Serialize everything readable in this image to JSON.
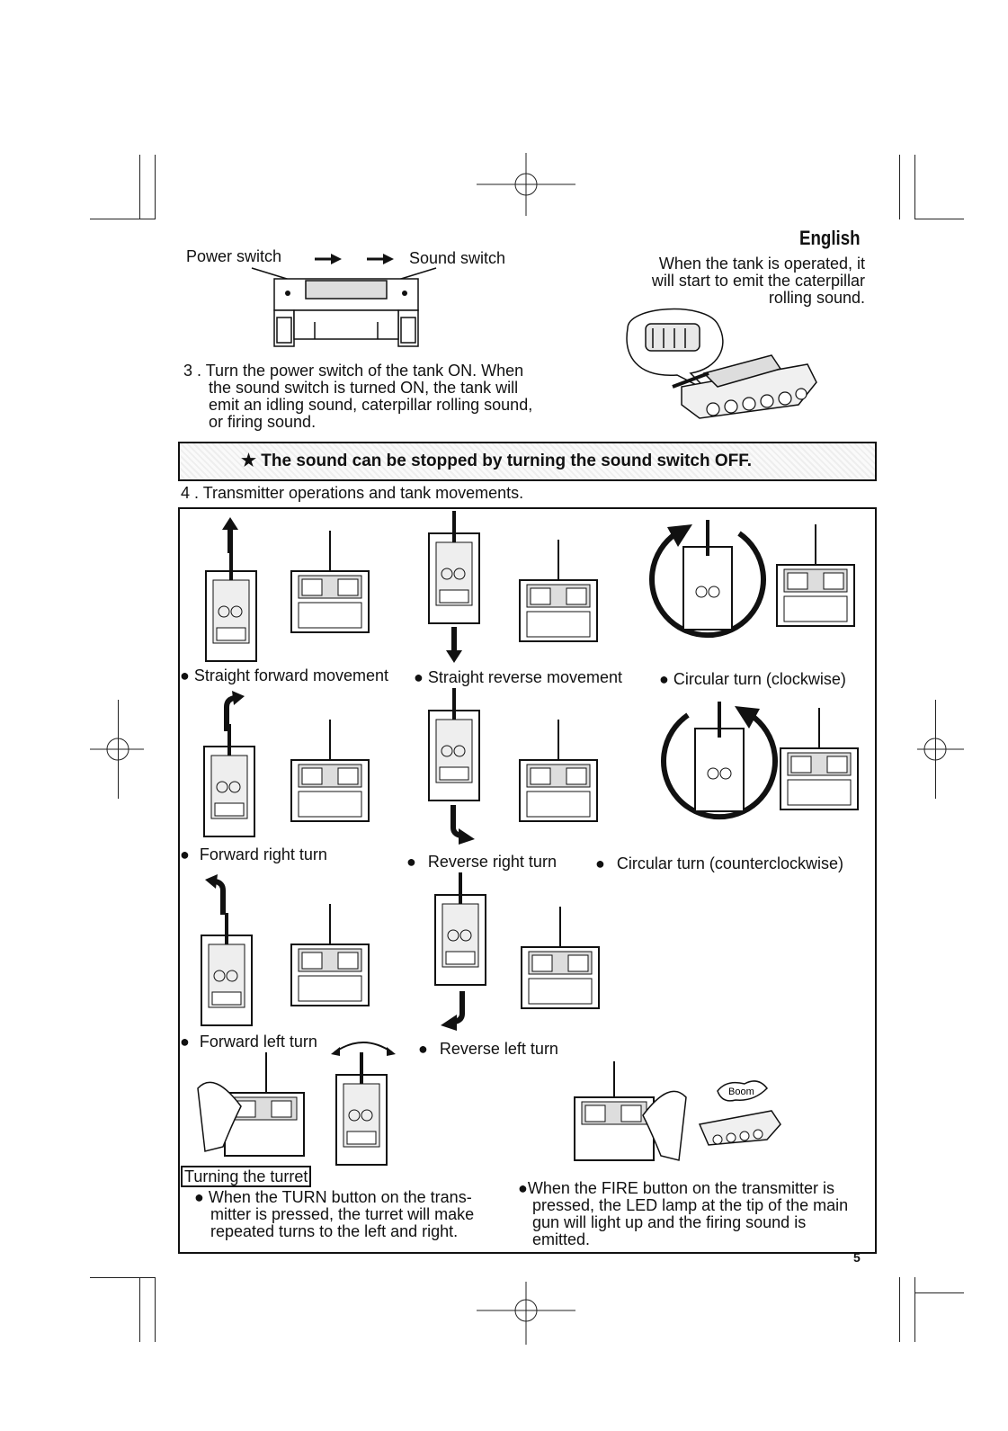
{
  "header": {
    "language": "English"
  },
  "step3": {
    "power_label": "Power switch",
    "sound_label": "Sound switch",
    "text": [
      "3 . Turn the power switch of the tank ON.  When",
      "the sound switch is turned ON, the tank will",
      "emit an idling sound, caterpillar rolling sound,",
      "or firing sound."
    ],
    "side_note": [
      "When the tank is operated, it",
      "will start to emit the caterpillar",
      "rolling sound."
    ]
  },
  "notice": {
    "text": "★ The sound can be stopped by turning the sound switch OFF."
  },
  "step4": {
    "title": "4 . Transmitter operations and tank movements."
  },
  "movements": [
    {
      "bullet": "●",
      "label": "Straight forward movement"
    },
    {
      "bullet": "●",
      "label": "Straight reverse movement"
    },
    {
      "bullet": "●",
      "label": "Circular turn (clockwise)"
    },
    {
      "bullet": "●",
      "label": "Forward right turn"
    },
    {
      "bullet": "●",
      "label": "Reverse right turn"
    },
    {
      "bullet": "●",
      "label": "Circular turn (counterclockwise)"
    },
    {
      "bullet": "●",
      "label": "Forward left turn"
    },
    {
      "bullet": "●",
      "label": "Reverse left turn"
    }
  ],
  "turret": {
    "heading": "Turning the turret",
    "text": [
      "● When the TURN button on the trans-",
      "mitter is pressed, the turret will make",
      "repeated turns to the left and right."
    ]
  },
  "fire": {
    "text": [
      "●When the FIRE button on the transmitter is",
      "pressed, the LED lamp at the tip of the main",
      "gun will light up and the firing sound is",
      "emitted."
    ],
    "bubble": "Boom"
  },
  "footer": {
    "page_number": "5"
  },
  "icons": [
    "crop-mark-icon",
    "registration-mark-icon",
    "arrow-right-icon",
    "tank-icon",
    "transmitter-icon",
    "circular-arrow-icon",
    "hand-icon"
  ]
}
